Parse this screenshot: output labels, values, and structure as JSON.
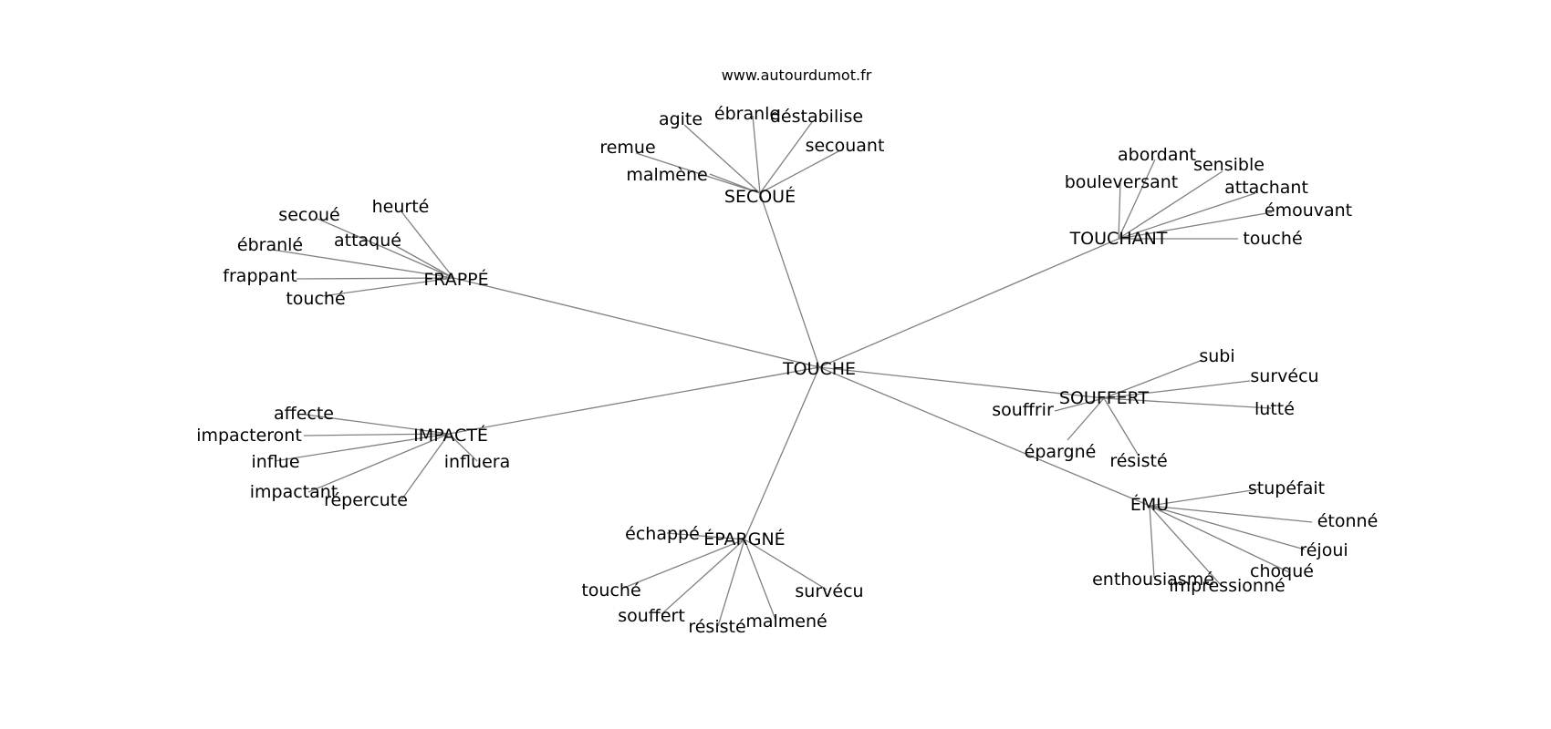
{
  "source": "www.autourdumot.fr",
  "root": "TOUCHE",
  "clusters": [
    {
      "label": "SECOUÉ",
      "leaves": [
        "agite",
        "ébranle",
        "déstabilise",
        "remue",
        "secouant",
        "malmène"
      ]
    },
    {
      "label": "TOUCHANT",
      "leaves": [
        "abordant",
        "sensible",
        "bouleversant",
        "attachant",
        "émouvant",
        "touché"
      ]
    },
    {
      "label": "FRAPPÉ",
      "leaves": [
        "heurté",
        "secoué",
        "attaqué",
        "ébranlé",
        "frappant",
        "touché"
      ]
    },
    {
      "label": "SOUFFERT",
      "leaves": [
        "subi",
        "survécu",
        "lutté",
        "souffrir",
        "épargné",
        "résisté"
      ]
    },
    {
      "label": "IMPACTÉ",
      "leaves": [
        "affecte",
        "impacteront",
        "influe",
        "influera",
        "impactant",
        "répercute"
      ]
    },
    {
      "label": "ÉMU",
      "leaves": [
        "stupéfait",
        "étonné",
        "réjoui",
        "choqué",
        "enthousiasmé",
        "impressionné"
      ]
    },
    {
      "label": "ÉPARGNÉ",
      "leaves": [
        "échappé",
        "touché",
        "souffert",
        "résisté",
        "malmené",
        "survécu"
      ]
    }
  ]
}
